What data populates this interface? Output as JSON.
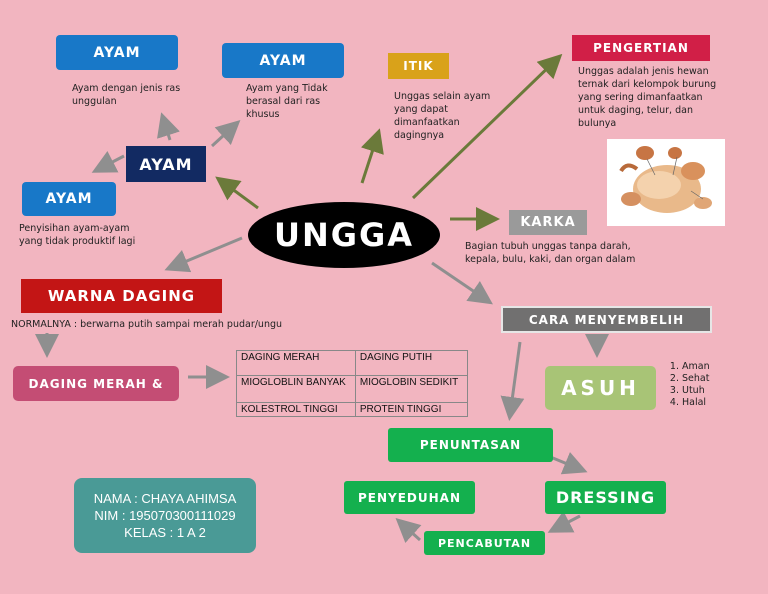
{
  "center": {
    "label": "UNGGA"
  },
  "ayam_main": {
    "label": "AYAM"
  },
  "ayam_ras": {
    "label": "AYAM",
    "note": "Ayam dengan jenis ras unggulan"
  },
  "ayam_bukan_ras": {
    "label": "AYAM",
    "note": "Ayam yang Tidak berasal dari ras khusus"
  },
  "ayam_afkir": {
    "label": "AYAM",
    "note": "Penyisihan ayam-ayam yang tidak produktif lagi"
  },
  "itik": {
    "label": "ITIK",
    "note": "Unggas selain ayam yang dapat dimanfaatkan dagingnya"
  },
  "pengertian": {
    "label": "PENGERTIAN",
    "note": "Unggas adalah jenis hewan ternak dari kelompok burung yang sering dimanfaatkan untuk daging, telur, dan bulunya"
  },
  "karkas": {
    "label": "KARKA",
    "note": "Bagian tubuh unggas tanpa darah, kepala, bulu, kaki, dan organ dalam"
  },
  "cara": {
    "label": "CARA MENYEMBELIH"
  },
  "asuh": {
    "label": "ASUH",
    "items": [
      "Aman",
      "Sehat",
      "Utuh",
      "Halal"
    ]
  },
  "warna": {
    "label": "WARNA DAGING",
    "note": "NORMALNYA : berwarna putih sampai merah pudar/ungu"
  },
  "daging_merah": {
    "label": "DAGING MERAH &"
  },
  "table": {
    "rows": [
      [
        "DAGING MERAH",
        "DAGING PUTIH"
      ],
      [
        "MIOGLOBLIN BANYAK",
        "MIOGLOBIN SEDIKIT"
      ],
      [
        "KOLESTROL TINGGI",
        "PROTEIN TINGGI"
      ]
    ]
  },
  "process": {
    "penuntasan": "PENUNTASAN",
    "penyeduhan": "PENYEDUHAN",
    "dressing": "DRESSING",
    "pencabutan": "PENCABUTAN"
  },
  "student": {
    "nama": "NAMA : CHAYA AHIMSA",
    "nim": "NIM : 195070300111029",
    "kelas": "KELAS : 1 A 2"
  },
  "colors": {
    "background": "#f2b5c0",
    "blue": "#1878c8",
    "navy": "#122a62",
    "red": "#c31515",
    "green": "#14b04e",
    "arrow_olive": "#6b7a3a",
    "arrow_grey": "#8f8f8f"
  }
}
